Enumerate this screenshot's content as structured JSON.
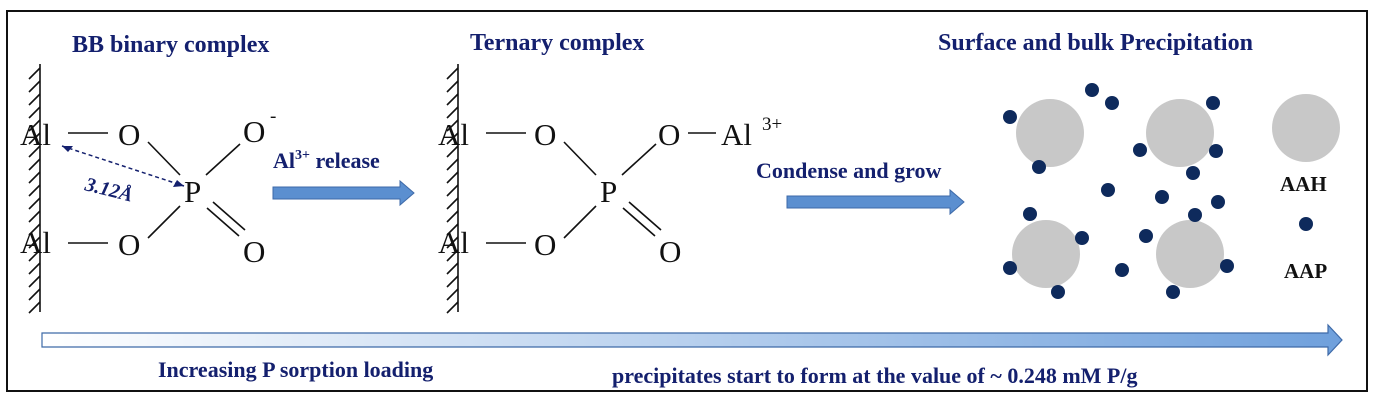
{
  "titles": {
    "binary": "BB binary complex",
    "ternary": "Ternary complex",
    "precipitation": "Surface and bulk Precipitation"
  },
  "atoms": {
    "al": "Al",
    "o": "O",
    "p": "P",
    "o_minus_charge": "-",
    "al3_charge": "3+"
  },
  "distance_label": "3.12Å",
  "arrows": {
    "release_prefix": "Al",
    "release_sup": "3+",
    "release_suffix": " release",
    "condense": "Condense and grow"
  },
  "legend": {
    "aah": "AAH",
    "aap": "AAP"
  },
  "bottom": {
    "increasing": "Increasing P sorption loading",
    "precipitates": "precipitates start to form at the value of  ~ 0.248 mM P/g"
  },
  "colors": {
    "title_blue": "#14206e",
    "arrow_blue": "#5b8fd0",
    "gray_particle": "#c8c8c8",
    "navy_dot": "#0e2a5c",
    "gradient_start": "#ffffff",
    "gradient_end": "#6fa0dc"
  }
}
